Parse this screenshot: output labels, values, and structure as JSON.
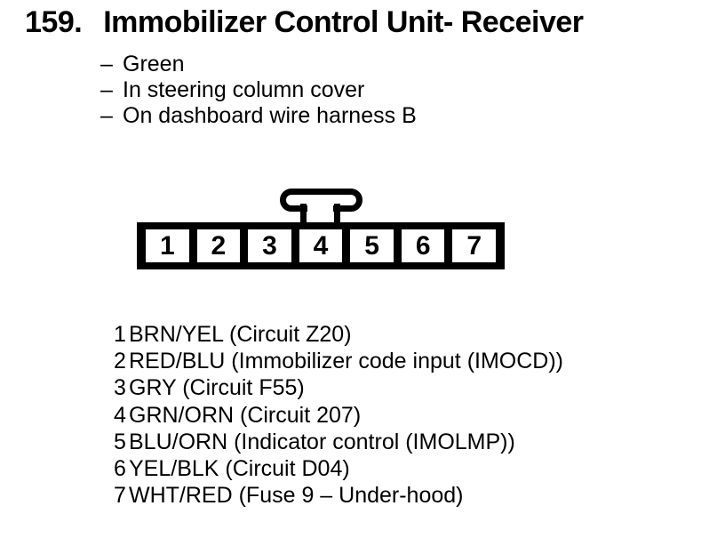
{
  "page": {
    "paper_color": "#ffffff",
    "ink_color": "#000000"
  },
  "title": {
    "number": "159.",
    "text": "Immobilizer Control Unit- Receiver"
  },
  "notes": [
    {
      "dash": "–",
      "text": "Green"
    },
    {
      "dash": "–",
      "text": "In steering column cover"
    },
    {
      "dash": "–",
      "text": "On dashboard wire harness B"
    }
  ],
  "connector": {
    "type": "7-pin connector, front view, latch tab on top",
    "pins": [
      "1",
      "2",
      "3",
      "4",
      "5",
      "6",
      "7"
    ]
  },
  "pin_list": {
    "rows": [
      {
        "pin": "1",
        "desc": "BRN/YEL (Circuit Z20)"
      },
      {
        "pin": "2",
        "desc": "RED/BLU (Immobilizer code input (IMOCD))"
      },
      {
        "pin": "3",
        "desc": "GRY (Circuit F55)"
      },
      {
        "pin": "4",
        "desc": "GRN/ORN (Circuit 207)"
      },
      {
        "pin": "5",
        "desc": "BLU/ORN (Indicator control (IMOLMP))"
      },
      {
        "pin": "6",
        "desc": "YEL/BLK (Circuit D04)"
      },
      {
        "pin": "7",
        "desc": "WHT/RED (Fuse 9 – Under-hood)"
      }
    ]
  }
}
